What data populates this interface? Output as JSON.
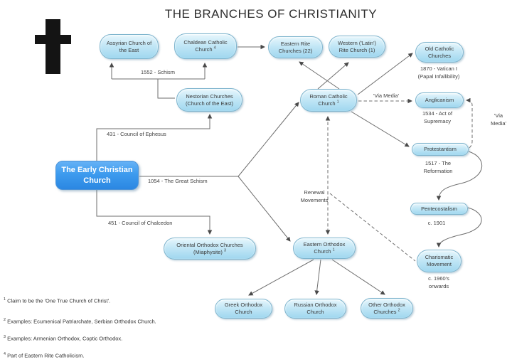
{
  "title": "THE BRANCHES OF CHRISTIANITY",
  "icons": {
    "cross": "christian-cross"
  },
  "colors": {
    "node_fill_top": "#e6f6fc",
    "node_fill_bottom": "#9fd7ef",
    "node_border": "#7fb5ce",
    "root_fill": "#2f8be4",
    "line": "#6e6e6e",
    "text": "#3a3a3a"
  },
  "nodes": {
    "assyrian": {
      "label": "Assyrian Church of the East"
    },
    "chaldean": {
      "label": "Chaldean Catholic Church",
      "sup": "4"
    },
    "easternRite": {
      "label": "Eastern Rite Churches (22)"
    },
    "westernRite": {
      "label": "Western ('Latin') Rite Church (1)"
    },
    "oldCatholic": {
      "label": "Old Catholic Churches"
    },
    "nestorian": {
      "label": "Nestorian Churches (Church of the East)"
    },
    "romanCatholic": {
      "label": "Roman Catholic Church",
      "sup": "1"
    },
    "anglicanism": {
      "label": "Anglicanism"
    },
    "protestantism": {
      "label": "Protestantism"
    },
    "earlyChristian": {
      "label": "The Early Christian Church"
    },
    "pentecostalism": {
      "label": "Pentecostalism"
    },
    "orientalOrthodox": {
      "label": "Oriental Orthodox Churches (Miaphysite)",
      "sup": "3"
    },
    "easternOrthodox": {
      "label": "Eastern Orthodox Church",
      "sup": "1"
    },
    "charismatic": {
      "label": "Charismatic Movement"
    },
    "greekOrthodox": {
      "label": "Greek Orthodox Church"
    },
    "russianOrthodox": {
      "label": "Russian Orthodox Church"
    },
    "otherOrthodox": {
      "label": "Other Orthodox Churches",
      "sup": "2"
    }
  },
  "edge_labels": {
    "schism1552": "1552 - Schism",
    "ephesus431": "431 - Council of Ephesus",
    "chalcedon451": "451 - Council of Chalcedon",
    "greatSchism1054": "1054  - The Great Schism",
    "vatican_line1": "1870 - Vatican I",
    "vatican_line2": "(Papal Infallibility)",
    "viaMediaLeft": "'Via Media'",
    "supremacy_line1": "1534 - Act of",
    "supremacy_line2": "Supremacy",
    "viaMediaRight_line1": "'Via",
    "viaMediaRight_line2": "Media'",
    "reformation_line1": "1517 - The",
    "reformation_line2": "Reformation",
    "renewal_line1": "Renewal",
    "renewal_line2": "Movements",
    "c1901": "c. 1901",
    "c1960_line1": "c. 1960's",
    "c1960_line2": "onwards"
  },
  "footnotes": [
    {
      "sup": "1",
      "text": " Claim to be the 'One True Church of Christ'."
    },
    {
      "sup": "2",
      "text": " Examples: Ecumenical Patriarchate, Serbian Orthodox Church."
    },
    {
      "sup": "3",
      "text": " Examples: Armenian Orthodox, Coptic Orthodox."
    },
    {
      "sup": "4",
      "text": " Part of Eastern Rite Catholicism."
    }
  ]
}
